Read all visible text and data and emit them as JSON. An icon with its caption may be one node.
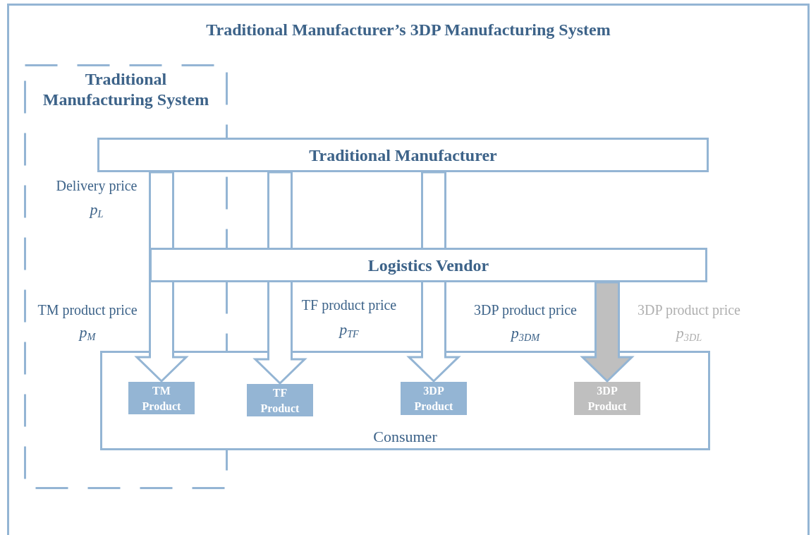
{
  "diagram": {
    "nodes": [
      {
        "text": [
          "Traditional Manufacturer’s 3DP Manufacturing System"
        ]
      },
      {
        "text": [
          "Traditional Manufacturing System"
        ],
        "in": 0
      },
      {
        "text": [
          "Traditional Manufacturer"
        ],
        "in": 0
      },
      {
        "text": [
          "Logistics Vendor"
        ],
        "in": 0
      },
      {
        "text": [
          "Consumer"
        ],
        "in": 0
      },
      {
        "text": [
          "TM Product"
        ]
      },
      {
        "text": [
          "TF Product"
        ],
        "in": 4
      },
      {
        "text": [
          "3DP Product"
        ],
        "in": 4
      },
      {
        "text": [
          "3DP Product"
        ],
        "in": 4
      }
    ],
    "edges": [
      {
        "from": 2,
        "to": 5,
        "arrow": "to"
      },
      {
        "from": 2,
        "to": 6,
        "arrow": "to"
      },
      {
        "from": 2,
        "to": 7,
        "arrow": "to"
      },
      {
        "from": 3,
        "to": 8,
        "arrow": "to",
        "color": "#bfbfbf"
      }
    ],
    "labels": [
      "Delivery price",
      "p$_{L}$",
      "TM product price",
      "p$_{M}$",
      "TF product price",
      "p$_{TF}$",
      "3DP product price",
      "p$_{3DM}$",
      "3DP product price",
      "p$_{3DL}$"
    ]
  }
}
